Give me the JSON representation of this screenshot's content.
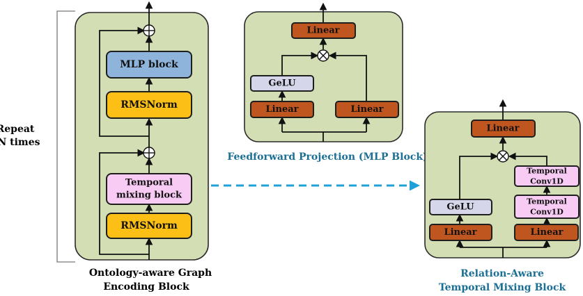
{
  "colors": {
    "panel": "#d3deb5",
    "linear": "#c0561f",
    "mlp_block": "#8fb4dc",
    "rmsnorm": "#fbbf16",
    "temporal": "#f7cbf4",
    "gelu": "#d6d6eb",
    "dashed_arrow": "#1fa0d6",
    "caption_teal": "#1b6f95"
  },
  "repeat": {
    "line1": "Repeat",
    "line2": "N times"
  },
  "encoder": {
    "mlp_block": "MLP block",
    "rmsnorm_top": "RMSNorm",
    "temporal_line1": "Temporal",
    "temporal_line2": "mixing block",
    "rmsnorm_bottom": "RMSNorm",
    "caption_line1": "Ontology-aware Graph",
    "caption_line2": "Encoding Block",
    "add_symbol": "⊕"
  },
  "mlp": {
    "linear_out": "Linear",
    "gelu": "GeLU",
    "linear_left": "Linear",
    "linear_right": "Linear",
    "caption": "Feedforward Projection (MLP Block)",
    "mul_symbol": "⊗"
  },
  "temporal": {
    "linear_out": "Linear",
    "conv_top_line1": "Temporal",
    "conv_top_line2": "Conv1D",
    "conv_bottom_line1": "Temporal",
    "conv_bottom_line2": "Conv1D",
    "gelu": "GeLU",
    "linear_left": "Linear",
    "linear_right": "Linear",
    "caption_line1": "Relation-Aware",
    "caption_line2": "Temporal Mixing Block",
    "mul_symbol": "⊗"
  }
}
